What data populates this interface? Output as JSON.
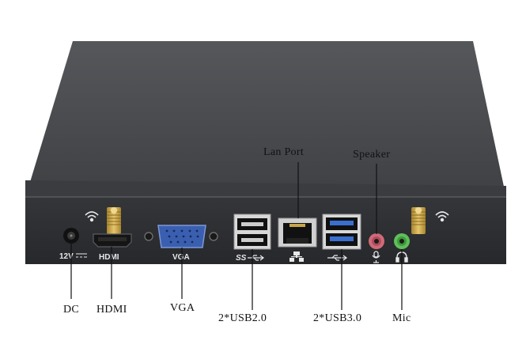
{
  "panel_labels": {
    "dc": "12V",
    "hdmi": "HDMI",
    "vga": "VGA"
  },
  "callouts": {
    "lan_port": "Lan Port",
    "speaker": "Speaker",
    "dc": "DC",
    "hdmi": "HDMI",
    "vga": "VGA",
    "usb2": "2*USB2.0",
    "usb3": "2*USB3.0",
    "mic": "Mic"
  },
  "colors": {
    "chassis_top": "#4a4c4f",
    "chassis_front": "#2e3033",
    "vga_port": "#3a5fb0",
    "usb3_port": "#3a6fd0",
    "speaker_jack": "#d06a78",
    "mic_jack": "#5fbf5a",
    "antenna_gold": "#c9a54a"
  },
  "icons": {
    "wifi": "wifi-icon",
    "network": "network-icon",
    "usb": "usb-icon",
    "superspeed": "superspeed-usb-icon",
    "microphone": "microphone-icon",
    "headphone": "headphone-icon"
  }
}
